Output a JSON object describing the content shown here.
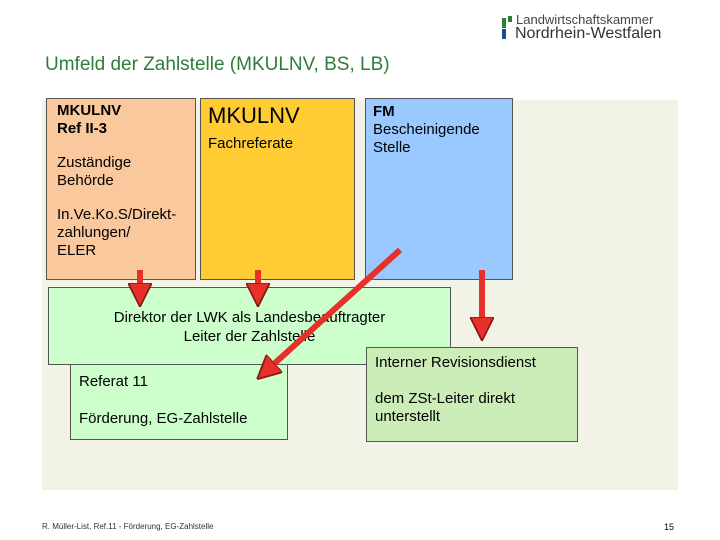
{
  "header": {
    "title": "Umfeld der Zahlstelle (MKULNV, BS, LB)",
    "logo": {
      "line1": "Landwirtschaftskammer",
      "line2": "Nordrhein-Westfalen"
    }
  },
  "boxes": {
    "ref2": {
      "line1": "MKULNV",
      "line2": "Ref II-3",
      "line3": "Zuständige",
      "line4": "Behörde",
      "line5": "In.Ve.Ko.S/Direkt-",
      "line6": "zahlungen/",
      "line7": "ELER"
    },
    "mkulnv": {
      "title": "MKULNV",
      "subtitle": "Fachreferate"
    },
    "fm": {
      "line1": "FM",
      "line2": "Bescheinigende",
      "line3": "Stelle"
    },
    "director": {
      "line1": "Direktor der LWK als Landesbeauftragter",
      "line2": "Leiter der Zahlstelle"
    },
    "referat": {
      "line1": "Referat 11",
      "line2": "Förderung, EG-Zahlstelle"
    },
    "revision": {
      "line1": "Interner Revisionsdienst",
      "line2": "dem ZSt-Leiter direkt",
      "line3": "unterstellt"
    }
  },
  "colors": {
    "title": "#2e7d3a",
    "ref2_box": "#f9c89c",
    "mkulnv_box": "#ffcc33",
    "fm_box": "#99c9ff",
    "green_box": "#ccffcc",
    "revision_box": "#ccecb8",
    "arrow": "#e8302a",
    "panel": "#f2f2e6"
  },
  "footer": {
    "text": "R. Müller-List, Ref.11 - Förderung, EG-Zahlstelle",
    "page": "15"
  }
}
